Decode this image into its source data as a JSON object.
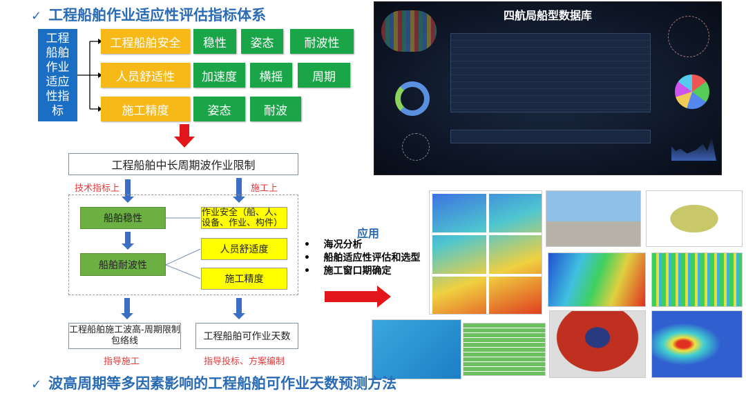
{
  "top_title": "工程船舶作业适应性评估指标体系",
  "bottom_title": "波高周期等多因素影响的工程船舶可作业天数预测方法",
  "check_icon": "✓",
  "index_system": {
    "root": "工程船舶作业适应性指标",
    "rows": [
      {
        "category": "工程船舶安全",
        "items": [
          "稳性",
          "姿态",
          "耐波性"
        ]
      },
      {
        "category": "人员舒适性",
        "items": [
          "加速度",
          "横摇",
          "周期"
        ]
      },
      {
        "category": "施工精度",
        "items": [
          "姿态",
          "耐波"
        ]
      }
    ]
  },
  "flow": {
    "header": "工程船舶中长周期波作业限制",
    "left_label": "技术指标上",
    "right_label": "施工上",
    "stability": "船舶稳性",
    "seakeeping": "船舶耐波性",
    "safety": "作业安全（船、人、设备、作业、构件）",
    "comfort": "人员舒适度",
    "precision": "施工精度",
    "out_left": "工程船舶施工波高-周期限制包络线",
    "out_right": "工程船舶可作业天数",
    "guide_left": "指导施工",
    "guide_right": "指导投标、方案编制"
  },
  "application": {
    "title": "应用",
    "items": [
      "海况分析",
      "船舶适应性评估和选型",
      "施工窗口期确定"
    ]
  },
  "dashboard": {
    "title": "四航局船型数据库"
  },
  "colors": {
    "blue": "#1a6fc4",
    "orange": "#f7b918",
    "green": "#1aa648",
    "red": "#e3161b",
    "title": "#2a6bb5"
  }
}
